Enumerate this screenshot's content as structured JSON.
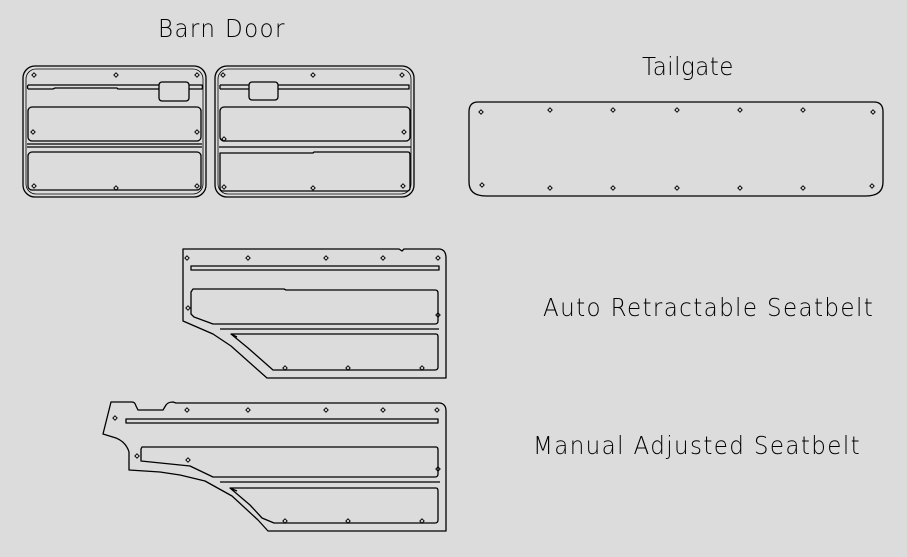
{
  "drawing": {
    "background": "#dcdcdc",
    "line_color": "#000000",
    "labels": {
      "barn_door": "Barn Door",
      "tailgate": "Tailgate",
      "auto_retractable_seatbelt": "Auto Retractable Seatbelt",
      "manual_adjusted_seatbelt": "Manual Adjusted Seatbelt"
    },
    "parts": [
      {
        "id": "barn-door-left",
        "group": "Barn Door"
      },
      {
        "id": "barn-door-right",
        "group": "Barn Door"
      },
      {
        "id": "tailgate-panel",
        "group": "Tailgate"
      },
      {
        "id": "auto-retractable-door-panel",
        "group": "Auto Retractable Seatbelt"
      },
      {
        "id": "manual-adjusted-door-panel",
        "group": "Manual Adjusted Seatbelt"
      }
    ]
  }
}
